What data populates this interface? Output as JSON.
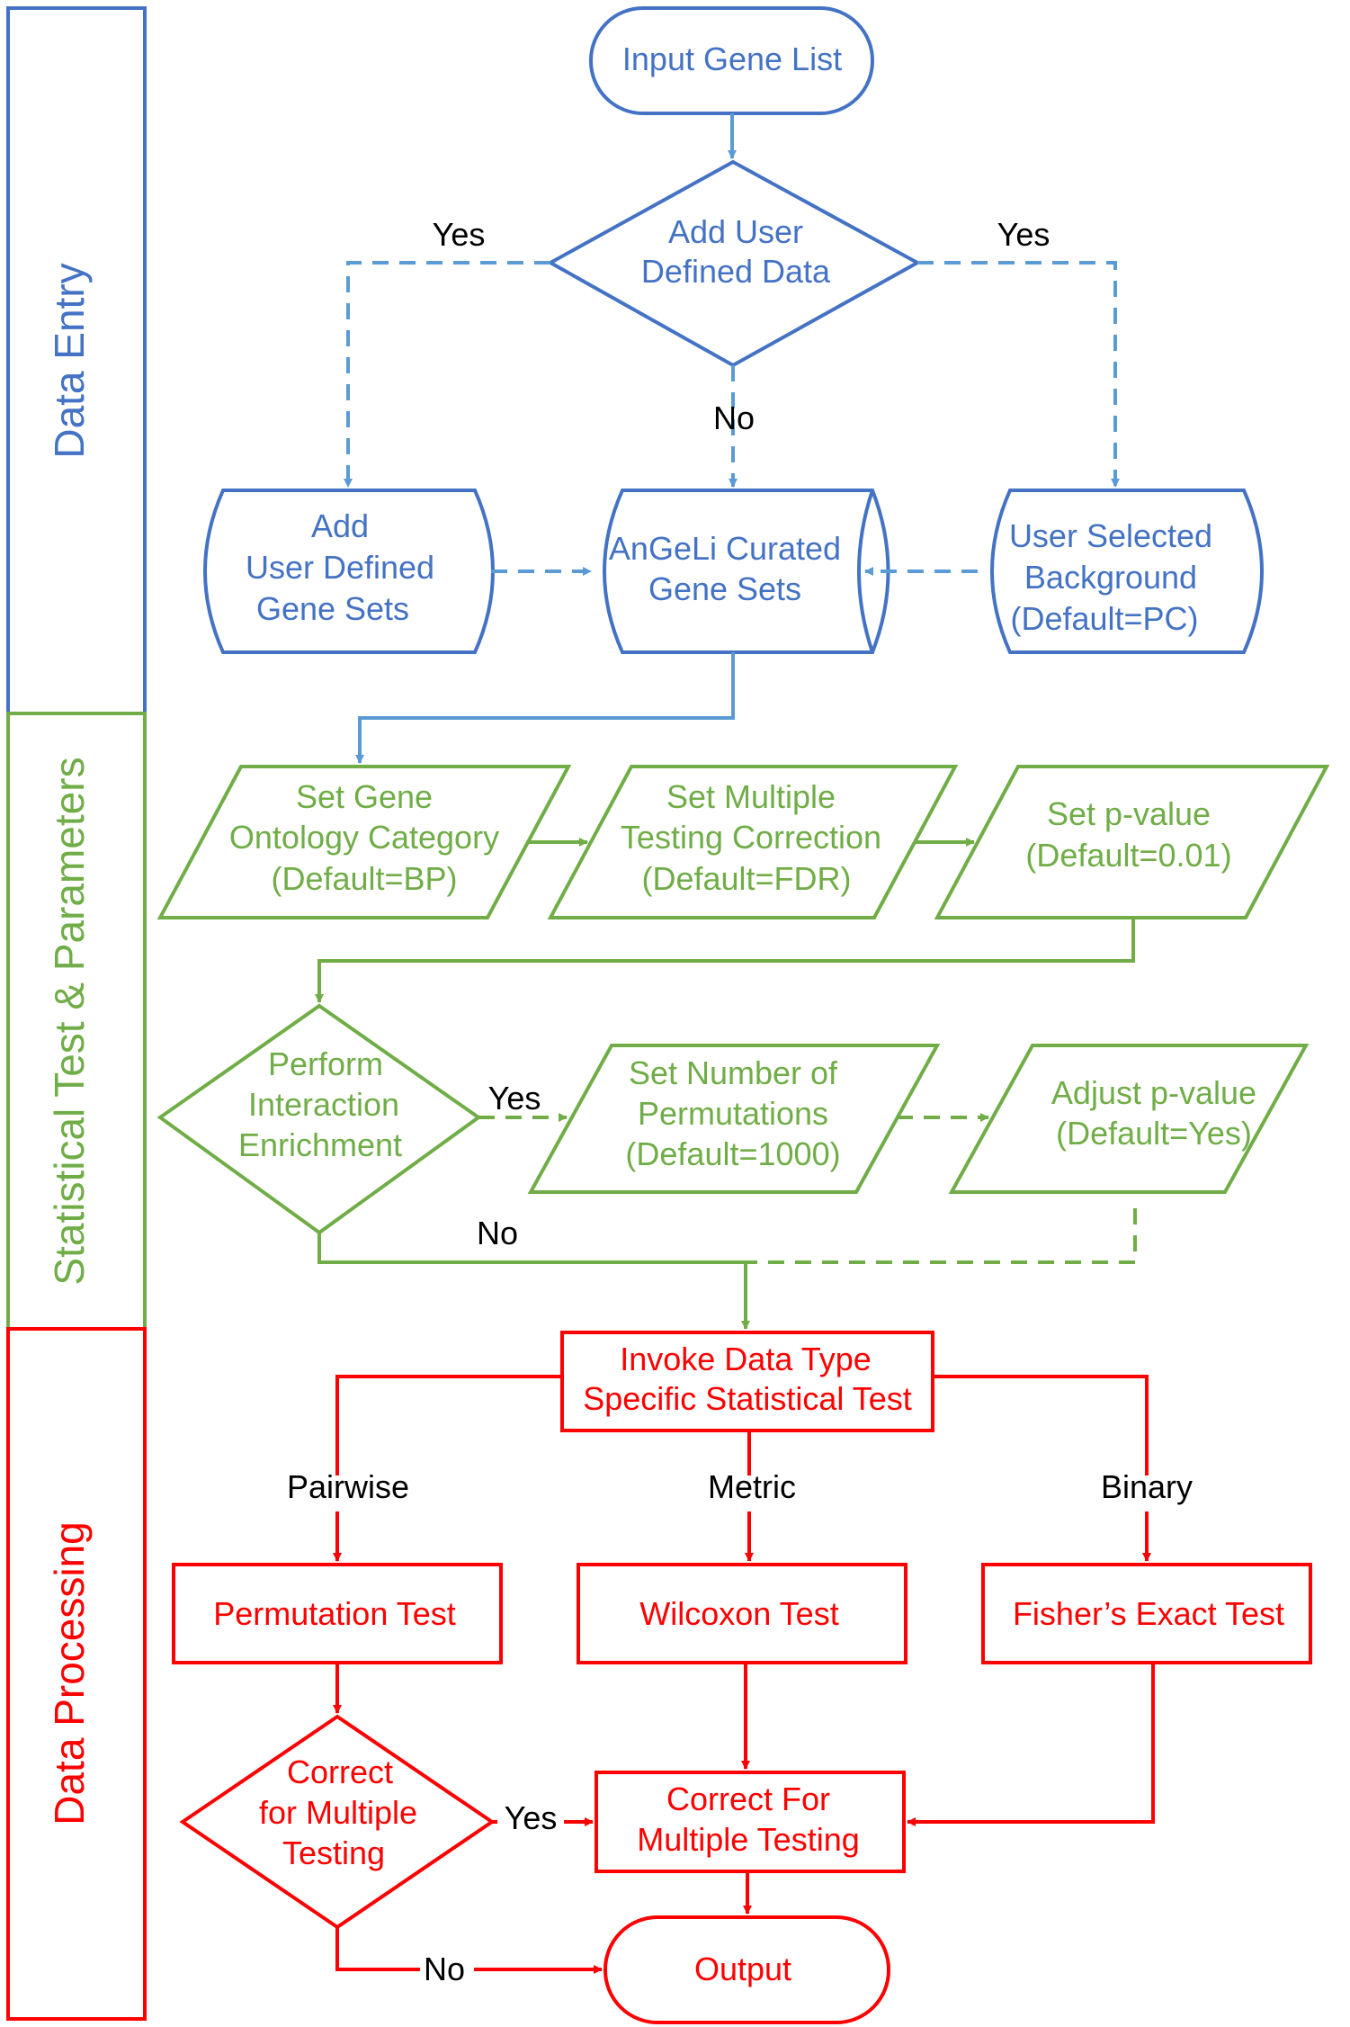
{
  "colors": {
    "entry": "#4472C4",
    "entry_arrow": "#5B9BD5",
    "stats": "#70AD47",
    "processing": "#FF0000",
    "label": "#000000"
  },
  "lanes": {
    "entry": "Data Entry",
    "stats": "Statistical Test & Parameters",
    "processing": "Data Processing"
  },
  "nodes": {
    "input": "Input Gene List",
    "add_user_data": [
      "Add User",
      "Defined Data"
    ],
    "add_gene_sets": [
      "Add",
      "User Defined",
      "Gene Sets"
    ],
    "curated": [
      "AnGeLi Curated",
      "Gene Sets"
    ],
    "background": [
      "User Selected",
      "Background",
      "(Default=PC)"
    ],
    "go_category": [
      "Set Gene",
      "Ontology Category",
      "(Default=BP)"
    ],
    "mtc": [
      "Set Multiple",
      "Testing Correction",
      "(Default=FDR)"
    ],
    "pvalue": [
      "Set p-value",
      "(Default=0.01)"
    ],
    "interaction": [
      "Perform",
      "Interaction",
      "Enrichment"
    ],
    "permutations": [
      "Set Number of",
      "Permutations",
      "(Default=1000)"
    ],
    "adjust": [
      "Adjust p-value",
      "(Default=Yes)"
    ],
    "invoke": [
      "Invoke Data Type",
      "Specific Statistical Test"
    ],
    "perm_test": "Permutation Test",
    "wilcoxon": "Wilcoxon Test",
    "fisher": "Fisher’s Exact Test",
    "correct_q": [
      "Correct",
      "for Multiple",
      "Testing"
    ],
    "correct": [
      "Correct For",
      "Multiple Testing"
    ],
    "output": "Output"
  },
  "edge_labels": {
    "yes_left": "Yes",
    "yes_right": "Yes",
    "no_mid": "No",
    "yes_interaction": "Yes",
    "no_interaction": "No",
    "pairwise": "Pairwise",
    "metric": "Metric",
    "binary": "Binary",
    "yes_correct": "Yes",
    "no_correct": "No"
  }
}
